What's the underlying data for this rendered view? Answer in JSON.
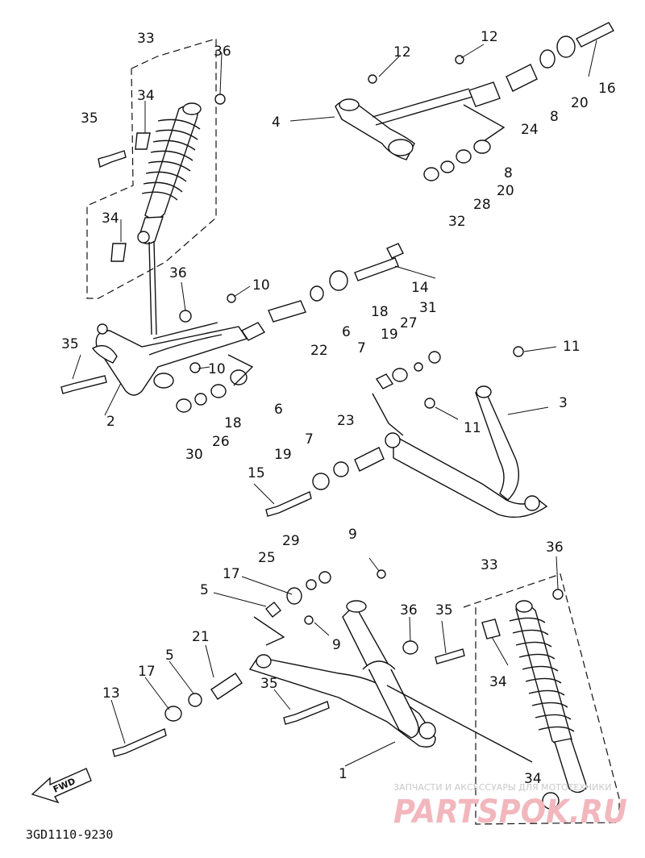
{
  "diagram_code": "3GD1110-9230",
  "fwd_label": "FWD",
  "watermark": {
    "caption": "ЗАПЧАСТИ И АКСЕССУАРЫ ДЛЯ МОТОТЕХНИКИ",
    "brand": "PARTSPOK.RU"
  },
  "callouts": {
    "c1": "1",
    "c2": "2",
    "c3": "3",
    "c4": "4",
    "c5a": "5",
    "c5b": "5",
    "c6a": "6",
    "c6b": "6",
    "c7a": "7",
    "c7b": "7",
    "c8a": "8",
    "c8b": "8",
    "c9a": "9",
    "c9b": "9",
    "c10a": "10",
    "c10b": "10",
    "c11a": "11",
    "c11b": "11",
    "c12a": "12",
    "c12b": "12",
    "c13": "13",
    "c14": "14",
    "c15": "15",
    "c16": "16",
    "c17a": "17",
    "c17b": "17",
    "c18a": "18",
    "c18b": "18",
    "c19a": "19",
    "c19b": "19",
    "c20a": "20",
    "c20b": "20",
    "c21": "21",
    "c22": "22",
    "c23": "23",
    "c24": "24",
    "c25": "25",
    "c26": "26",
    "c27": "27",
    "c28": "28",
    "c29": "29",
    "c30": "30",
    "c31": "31",
    "c32": "32",
    "c33a": "33",
    "c33b": "33",
    "c34a": "34",
    "c34b": "34",
    "c34c": "34",
    "c34d": "34",
    "c35a": "35",
    "c35b": "35",
    "c35c": "35",
    "c35d": "35",
    "c36a": "36",
    "c36b": "36",
    "c36c": "36",
    "c36d": "36"
  }
}
